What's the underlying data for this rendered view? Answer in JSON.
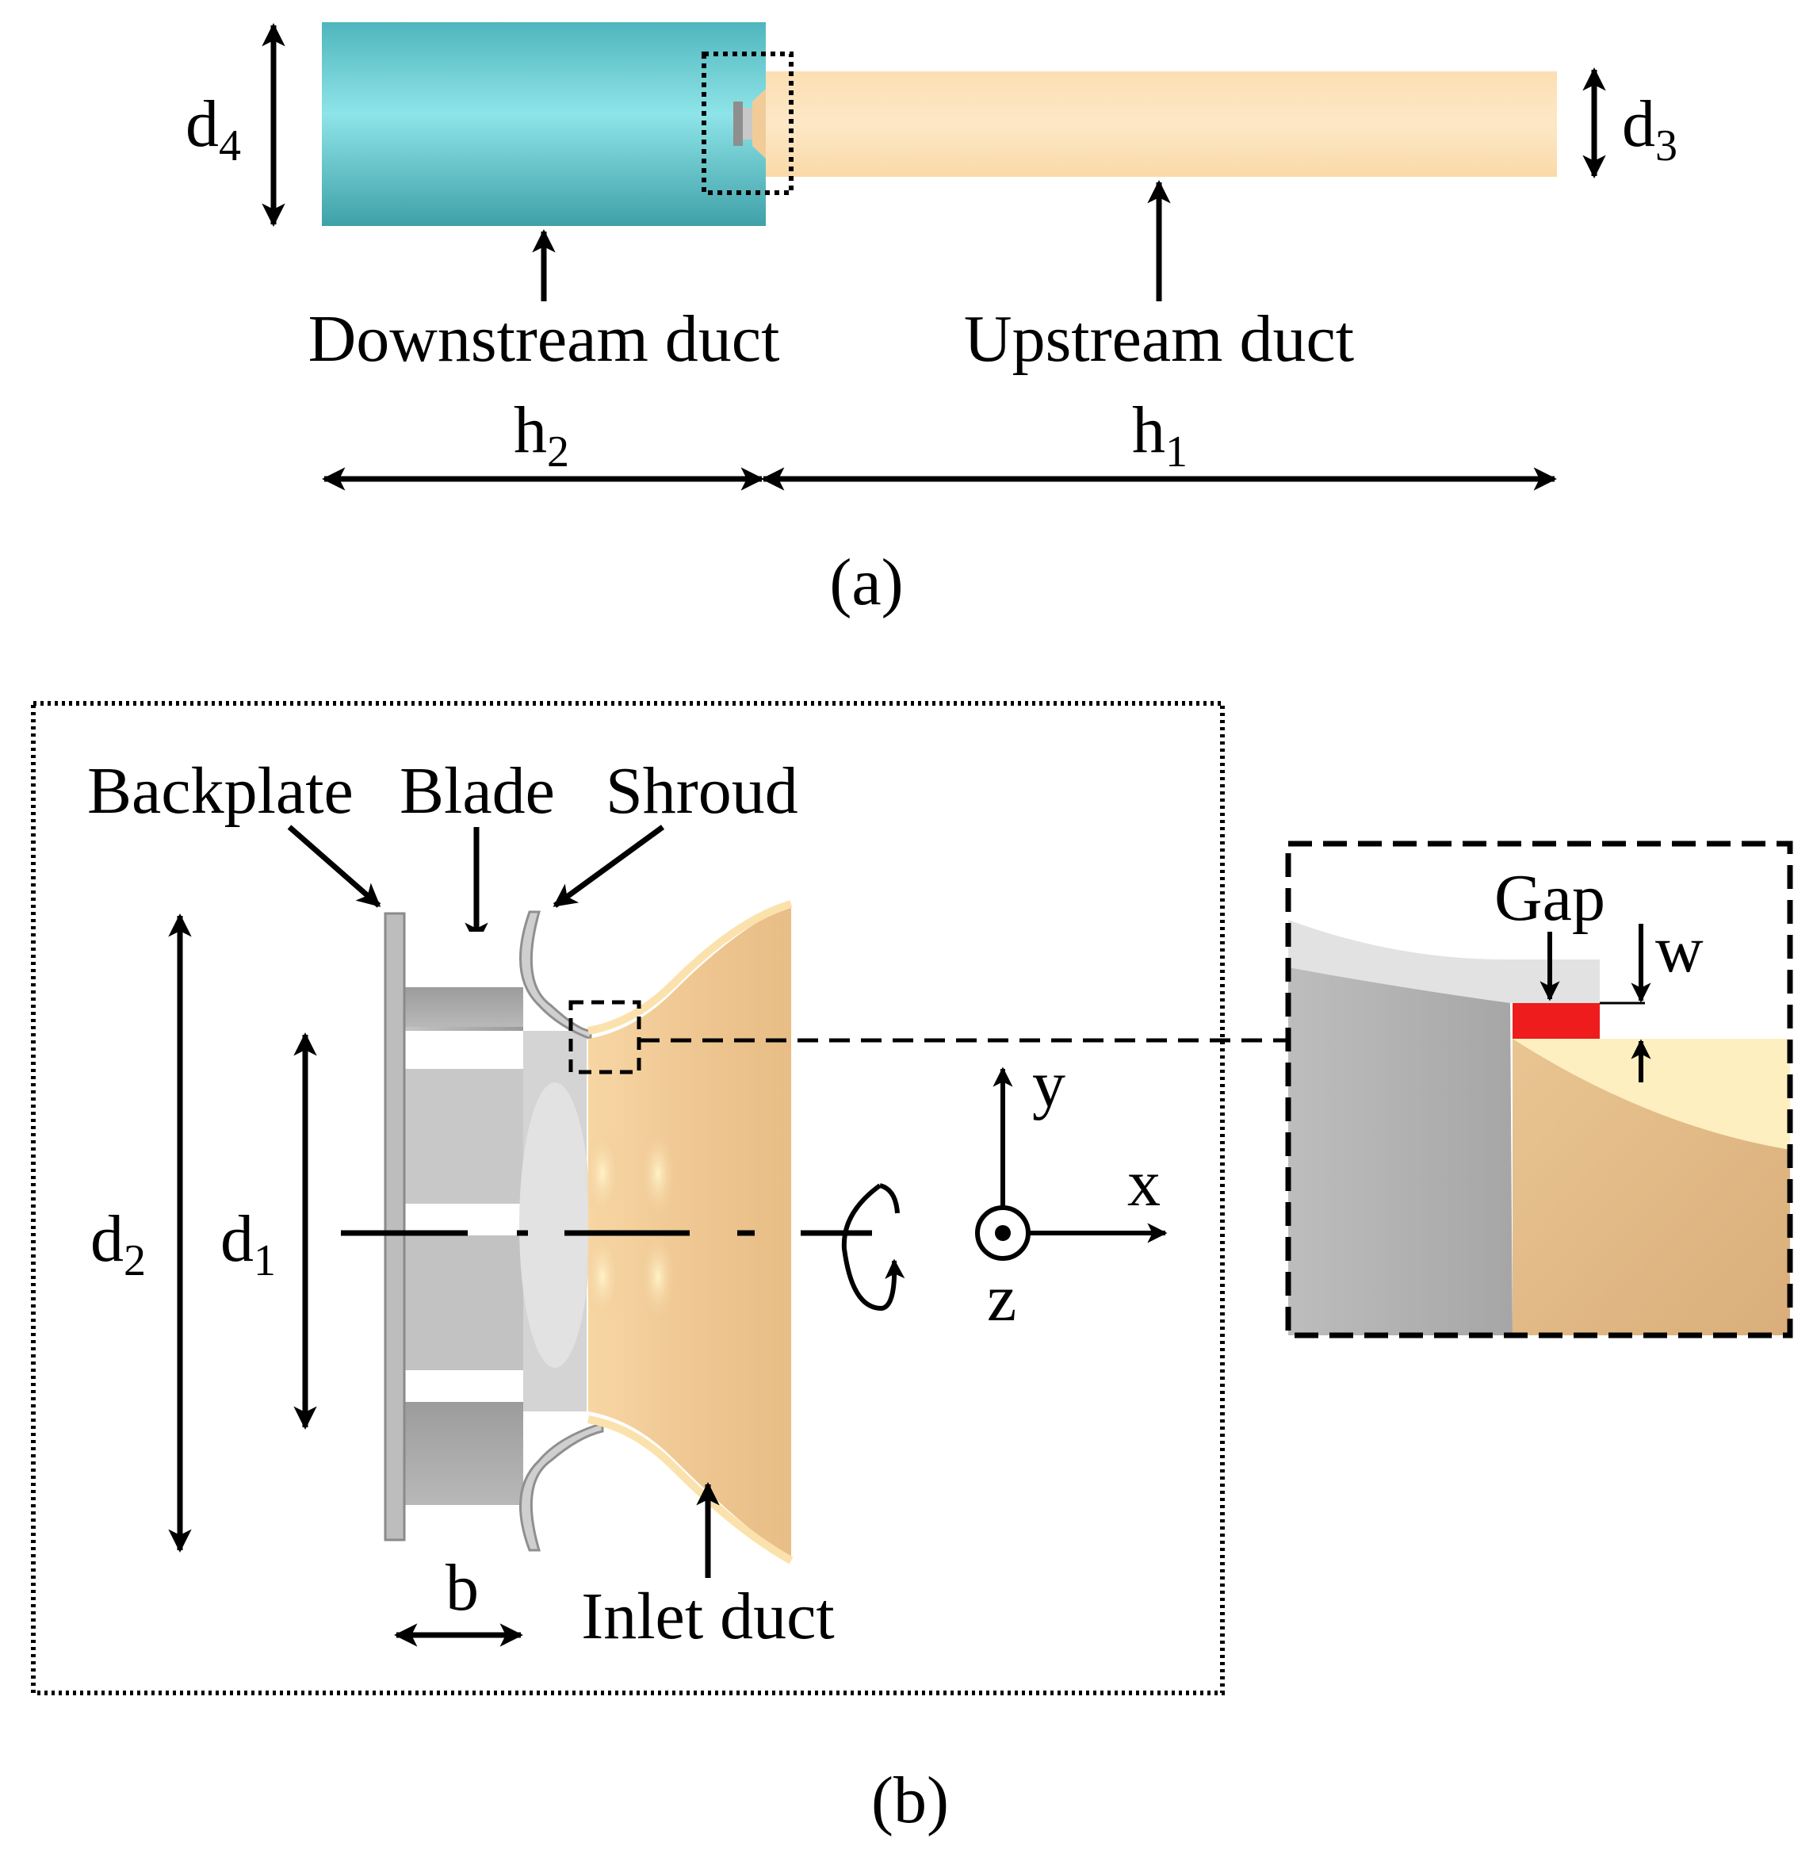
{
  "figure": {
    "panel_a": {
      "caption": "(a)",
      "downstream_label": "Downstream duct",
      "upstream_label": "Upstream duct",
      "d4": {
        "base": "d",
        "sub": "4"
      },
      "d3": {
        "base": "d",
        "sub": "3"
      },
      "h2": {
        "base": "h",
        "sub": "2"
      },
      "h1": {
        "base": "h",
        "sub": "1"
      }
    },
    "panel_b": {
      "caption": "(b)",
      "backplate_label": "Backplate",
      "blade_label": "Blade",
      "shroud_label": "Shroud",
      "inlet_duct_label": "Inlet duct",
      "d2": {
        "base": "d",
        "sub": "2"
      },
      "d1": {
        "base": "d",
        "sub": "1"
      },
      "b": "b",
      "axis_x": "x",
      "axis_y": "y",
      "axis_z": "z",
      "gap_label": "Gap",
      "w_label": "w"
    },
    "colors": {
      "downstream_duct": "#8ee3e6",
      "upstream_duct": "#fce3ba",
      "inlet_duct": "#f1cc98",
      "gap": "#ee1c1c",
      "impeller": "#b9b9b9"
    }
  }
}
